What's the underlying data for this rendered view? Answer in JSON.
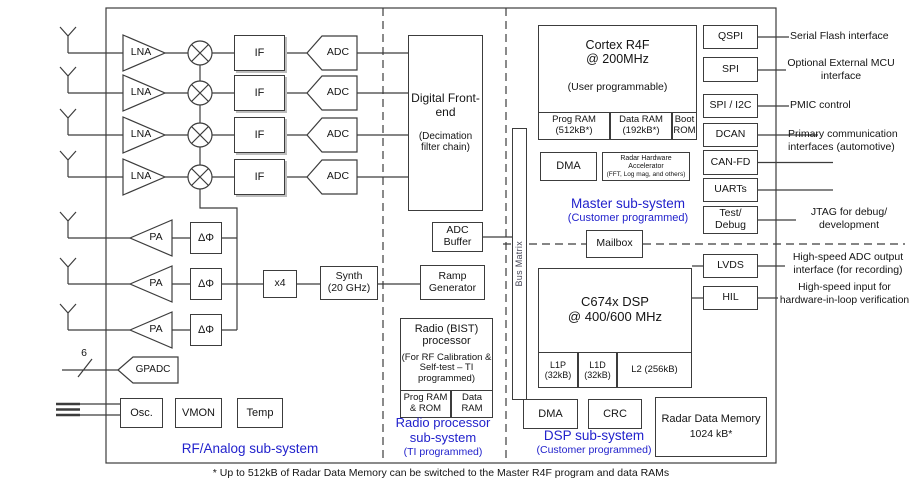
{
  "footnote": "* Up to 512kB of Radar Data Memory can be switched to the Master R4F program and data RAMs",
  "colors": {
    "accent_blue": "#2222cc",
    "line": "#3c3c3c",
    "box_bg": "#ffffff"
  },
  "bus_matrix": "Bus Matrix",
  "rf": {
    "label": "RF/Analog sub-system",
    "lna": "LNA",
    "if": "IF",
    "adc": "ADC",
    "pa": "PA",
    "phase": "ΔΦ",
    "x4": "x4",
    "synth_l1": "Synth",
    "synth_l2": "(20 GHz)",
    "gpadc": "GPADC",
    "gpadc_bus_width": "6",
    "osc": "Osc.",
    "vmon": "VMON",
    "temp": "Temp"
  },
  "radio": {
    "label_l1": "Radio processor",
    "label_l2": "sub-system",
    "label_sub": "(TI programmed)",
    "dfe_title": "Digital Front-end",
    "dfe_sub": "(Decimation filter chain)",
    "adc_buffer": "ADC Buffer",
    "ramp_generator": "Ramp Generator",
    "bist_title": "Radio (BIST) processor",
    "bist_sub": "(For RF Calibration & Self-test – TI programmed)",
    "bist_prog_ram": "Prog RAM & ROM",
    "bist_data_ram": "Data RAM"
  },
  "master": {
    "label": "Master sub-system",
    "label_sub": "(Customer programmed)",
    "cpu_l1": "Cortex R4F",
    "cpu_l2": "@ 200MHz",
    "cpu_sub": "(User programmable)",
    "prog_ram_l1": "Prog RAM",
    "prog_ram_l2": "(512kB*)",
    "data_ram_l1": "Data RAM",
    "data_ram_l2": "(192kB*)",
    "boot_rom_l1": "Boot",
    "boot_rom_l2": "ROM",
    "dma": "DMA",
    "rha_l1": "Radar Hardware Accelerator",
    "rha_l2": "(FFT, Log mag, and others)",
    "mailbox": "Mailbox"
  },
  "dsp": {
    "label": "DSP sub-system",
    "label_sub": "(Customer programmed)",
    "cpu_l1": "C674x DSP",
    "cpu_l2": "@ 400/600 MHz",
    "l1p_l1": "L1P",
    "l1p_l2": "(32kB)",
    "l1d_l1": "L1D",
    "l1d_l2": "(32kB)",
    "l2": "L2 (256kB)",
    "dma": "DMA",
    "crc": "CRC",
    "radar_mem_l1": "Radar Data Memory",
    "radar_mem_l2": "1024 kB*"
  },
  "peripherals": [
    {
      "label": "QSPI",
      "ext": "Serial Flash interface"
    },
    {
      "label": "SPI",
      "ext": "Optional External MCU interface"
    },
    {
      "label": "SPI / I2C",
      "ext": "PMIC control"
    },
    {
      "label": "DCAN",
      "ext": "Primary communication interfaces (automotive)"
    },
    {
      "label": "CAN-FD",
      "ext": ""
    },
    {
      "label": "UARTs",
      "ext": ""
    },
    {
      "label": "Test/ Debug",
      "ext": "JTAG for debug/ development"
    },
    {
      "label": "LVDS",
      "ext": "High-speed ADC output interface (for recording)"
    },
    {
      "label": "HIL",
      "ext": "High-speed input for hardware-in-loop verification"
    }
  ]
}
